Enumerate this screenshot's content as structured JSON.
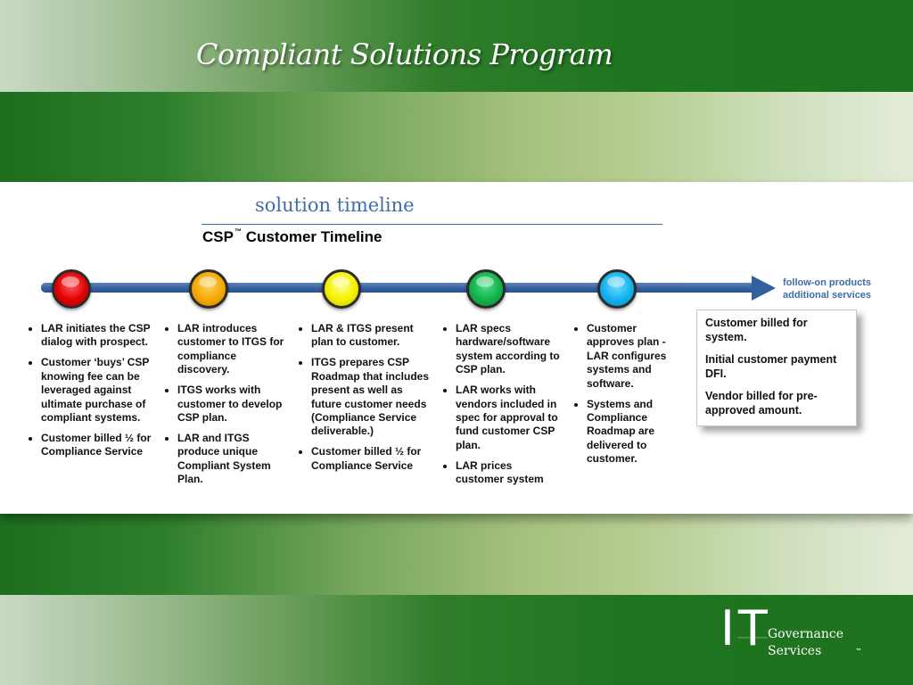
{
  "header": {
    "title": "Compliant Solutions Program"
  },
  "section": {
    "subtitle": "solution timeline",
    "timeline_title": "CSP",
    "timeline_title_tm": "™",
    "timeline_title_rest": "Customer Timeline"
  },
  "timeline": {
    "stage_colors": [
      "#e00000",
      "#f3a800",
      "#f4f000",
      "#14b14a",
      "#12b2f0"
    ],
    "followon_line1": "follow-on products",
    "followon_line2": "additional services"
  },
  "columns": [
    {
      "items": [
        "LAR initiates the CSP dialog with prospect.",
        "Customer ‘buys’ CSP knowing fee can be leveraged against ultimate purchase of compliant systems.",
        "Customer billed ½ for Compliance Service"
      ]
    },
    {
      "items": [
        "LAR introduces customer to ITGS for compliance discovery.",
        "ITGS works with customer to develop CSP plan.",
        "LAR and ITGS produce unique Compliant System Plan."
      ]
    },
    {
      "items": [
        "LAR & ITGS present plan to customer.",
        "ITGS prepares CSP Roadmap that includes present as well as future customer needs (Compliance Service deliverable.)",
        "Customer billed ½ for Compliance Service"
      ]
    },
    {
      "items": [
        "LAR specs hardware/software system according to CSP plan.",
        "LAR works with vendors included in spec for approval to fund customer CSP plan.",
        "LAR prices customer system"
      ]
    },
    {
      "items": [
        "Customer approves plan - LAR configures systems and software.",
        "Systems and Compliance Roadmap are delivered to customer."
      ]
    }
  ],
  "billing": {
    "line1": "Customer billed for system.",
    "line2": "Initial customer payment DFI.",
    "line3": "Vendor billed for pre-approved amount."
  },
  "logo": {
    "mark": "IT",
    "line1": "Governance",
    "line2": "Services",
    "tm": "™"
  }
}
